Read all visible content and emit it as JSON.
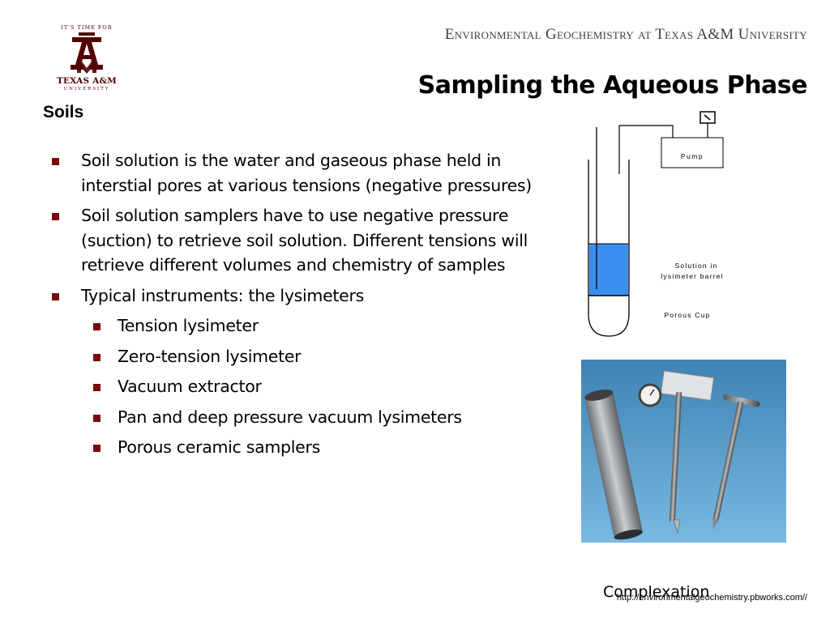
{
  "logo": {
    "tagline": "IT'S TIME FOR",
    "name": "TEXAS A&M",
    "university": "UNIVERSITY"
  },
  "header": {
    "title": "Environmental Geochemistry at Texas A&M University"
  },
  "slide": {
    "title": "Sampling the Aqueous Phase",
    "section": "Soils"
  },
  "bullets": [
    "Soil solution is the water and gaseous phase held in interstial pores at various tensions (negative pressures)",
    "Soil solution samplers have to use negative pressure (suction) to retrieve soil solution. Different tensions will retrieve different volumes and chemistry of samples",
    "Typical instruments: the lysimeters"
  ],
  "sub_bullets": [
    "Tension lysimeter",
    "Zero-tension lysimeter",
    "Vacuum extractor",
    "Pan and deep pressure vacuum lysimeters",
    "Porous ceramic samplers"
  ],
  "diagram": {
    "pump_label": "Pump",
    "solution_label_1": "Solution   in",
    "solution_label_2": "lysimeter    barrel",
    "cup_label": "Porous   Cup",
    "solution_color": "#3a8ef0"
  },
  "footer": {
    "label": "Complexation",
    "url": "http://environmentalgeochemistry.pbworks.com//"
  },
  "colors": {
    "brand": "#500000",
    "bullet": "#7b0a0a"
  }
}
